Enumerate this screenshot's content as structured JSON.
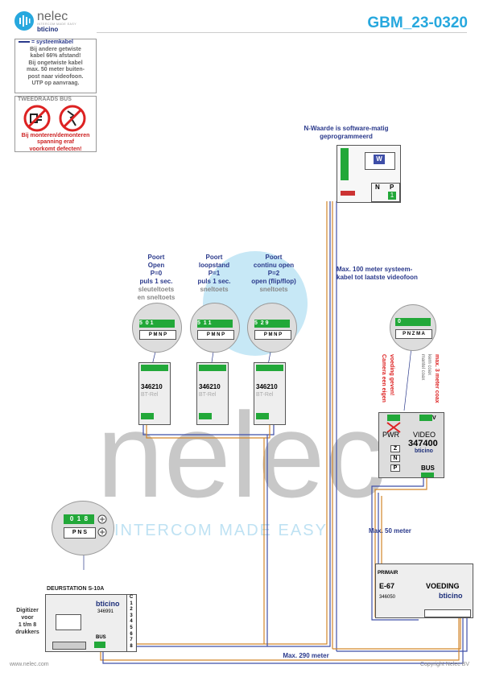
{
  "title": "GBM_23-0320",
  "logo": {
    "brand": "nelec",
    "tag": "INTERCOM MADE EASY",
    "sub": "bticino"
  },
  "cable_note": {
    "legend": "= systeemkabel",
    "text": [
      "Bij andere getwiste",
      "kabel 66% afstand!",
      "Bij ongetwiste kabel",
      "max. 50 meter buiten-",
      "post naar videofoon.",
      "UTP op aanvraag."
    ]
  },
  "bus_note": {
    "heading": "TWEEDRAADS BUS",
    "text": [
      "Bij monteren/demonteren",
      "spanning eraf",
      "voorkomt defecten!"
    ]
  },
  "videofoon": {
    "heading": [
      "N-Waarde is software-matig",
      "geprogrammeerd"
    ],
    "n": "N",
    "p": "P",
    "p_value": "1",
    "w": "W"
  },
  "relays": [
    {
      "lines": [
        "Poort",
        "Open",
        "P=0",
        "puls 1 sec."
      ],
      "sub": [
        "sleuteltoets",
        "en sneltoets"
      ],
      "display": "5  0 1",
      "model": "346210",
      "bt": "BT-Rel"
    },
    {
      "lines": [
        "Poort",
        "loopstand",
        "P=1",
        "puls 1 sec."
      ],
      "sub": [
        "sneltoets"
      ],
      "display": "5  1 1",
      "model": "346210",
      "bt": "BT-Rel"
    },
    {
      "lines": [
        "Poort",
        "continu open",
        "P=2",
        "open (flip/flop)"
      ],
      "sub": [
        "sneltoets"
      ],
      "display": "5  2 9",
      "model": "346210",
      "bt": "BT-Rel"
    }
  ],
  "relay_terms": [
    "P",
    "M",
    "N",
    "P"
  ],
  "max100": [
    "Max. 100 meter systeem-",
    "kabel tot laatste videofoon"
  ],
  "camera": {
    "display": "0",
    "terms": [
      "P",
      "N",
      "Z",
      "M",
      "A"
    ],
    "red_label": [
      "Camera een eigen",
      "voeding geven!"
    ],
    "coax_label": "max. 3 meter coax",
    "coax_sub": [
      "kern coax",
      "mantel coax"
    ],
    "model": "347400",
    "pwr": "PWR",
    "video": "VIDEO",
    "bus": "BUS",
    "v": "V",
    "brand": "bticino",
    "z": "Z",
    "n": "N",
    "p": "P"
  },
  "max50": "Max. 50 meter",
  "voeding": {
    "primair": "PRIMAIR",
    "model": "E-67",
    "label": "VOEDING",
    "part": "346050",
    "brand": "bticino"
  },
  "deurstation": {
    "label": "DEURSTATION S-10A",
    "model": "346991",
    "brand": "bticino",
    "bus": "BUS",
    "display": "0  1  8",
    "terms": [
      "P",
      "N",
      "S"
    ],
    "buttons": [
      "C",
      "1",
      "2",
      "3",
      "4",
      "5",
      "6",
      "7",
      "8"
    ]
  },
  "digitizer": [
    "Digitizer",
    "voor",
    "1 t/m 8",
    "drukkers"
  ],
  "max290": "Max. 290 meter",
  "footer": {
    "left": "www.nelec.com",
    "right": "Copyright Nelec BV"
  },
  "watermark": {
    "word": "nelec",
    "tag": "INTERCOM MADE EASY"
  },
  "colors": {
    "accent": "#27a8de",
    "navy": "#2b3a8c",
    "green": "#22a839",
    "cable_orange": "#d2862a",
    "cable_blue": "#3f4fa8"
  }
}
